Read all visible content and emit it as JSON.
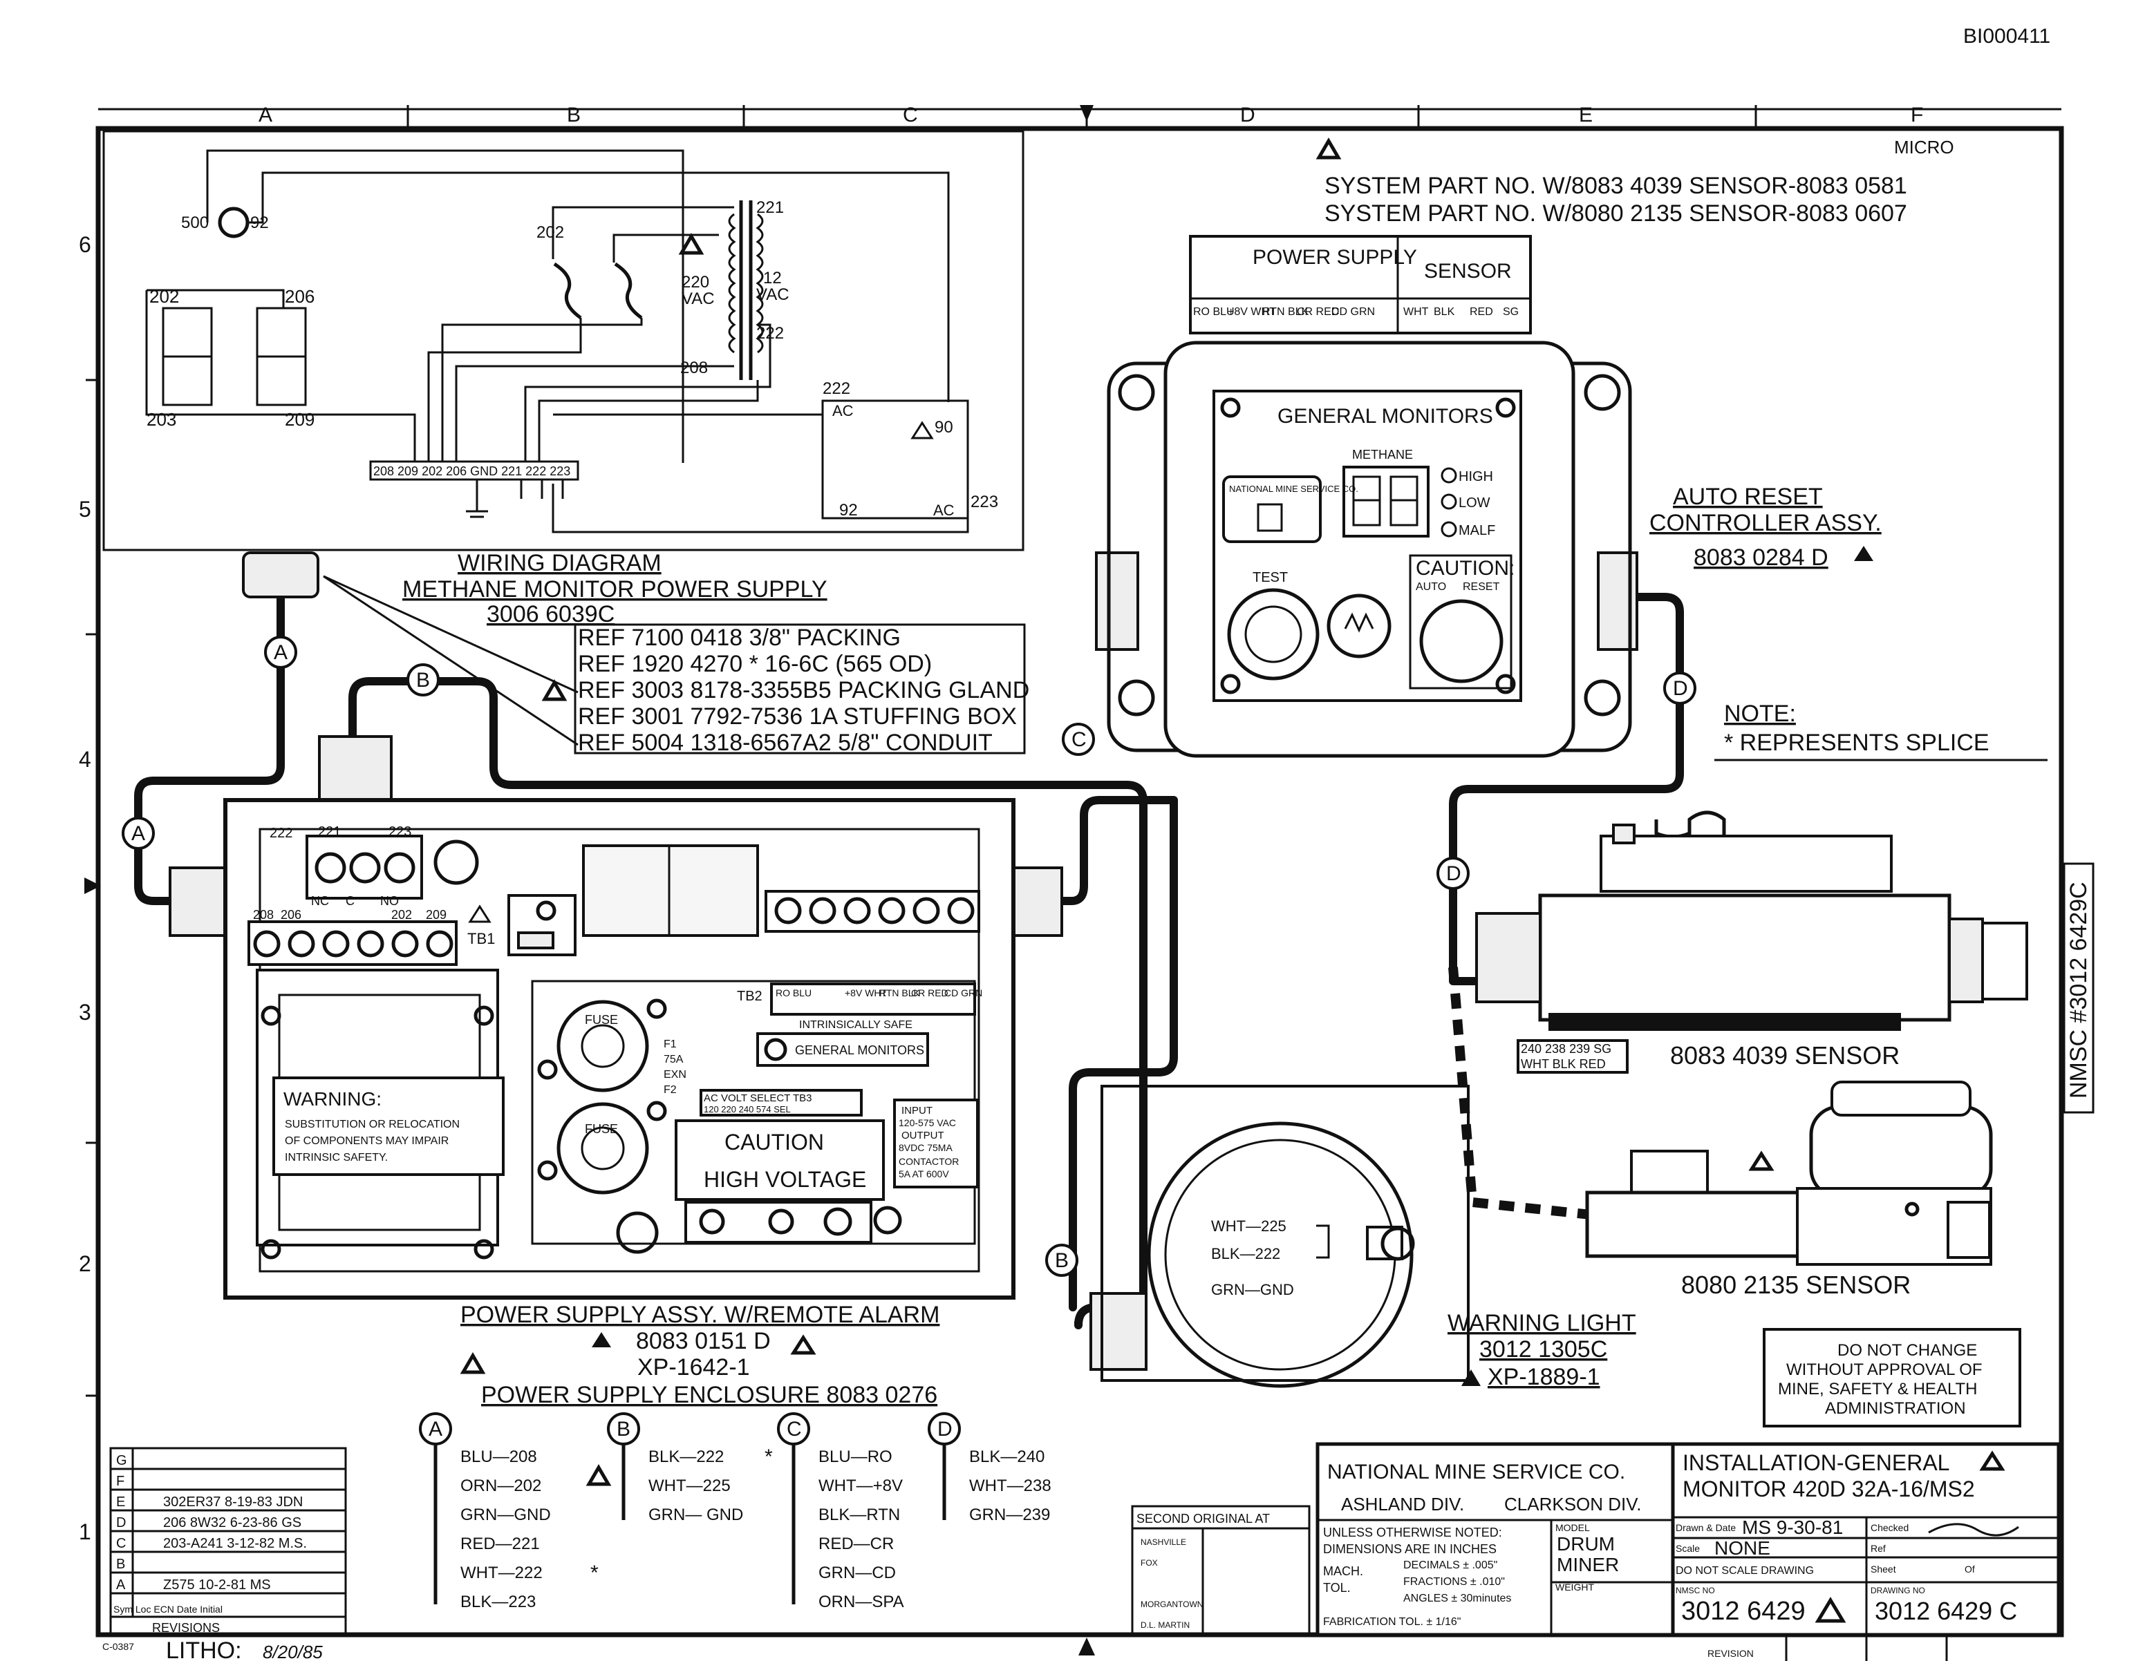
{
  "doc_id": "BI000411",
  "grid": {
    "cols": [
      "A",
      "B",
      "C",
      "D",
      "E",
      "F"
    ],
    "rows": [
      "6",
      "5",
      "4",
      "3",
      "2",
      "1"
    ]
  },
  "system_parts": [
    "SYSTEM  PART  NO.  W/8083 4039  SENSOR-8083 0581",
    "SYSTEM  PART  NO.  W/8080 2135  SENSOR-8083 0607"
  ],
  "micro_mark": "MICRO",
  "wiring_diagram": {
    "t1": "500",
    "t2": "92",
    "l202": "202",
    "l206": "206",
    "l203": "203",
    "l209": "209",
    "l202b": "202",
    "l221": "221",
    "v220": "220",
    "vac1": "VAC",
    "v12": "12",
    "vac2": "VAC",
    "l222": "222",
    "l208": "208",
    "l222b": "222",
    "ac": "AC",
    "l90": "90",
    "l92": "92",
    "ac2": "AC",
    "l223": "223",
    "strip": "208 209 202 206 GND   221 222 223",
    "title": "WIRING DIAGRAM",
    "subtitle": "METHANE MONITOR POWER SUPPLY",
    "number": "3006 6039C"
  },
  "refs": [
    "REF 7100 0418   3/8\" PACKING",
    "REF 1920 4270 * 16-6C (565 OD)",
    "REF 3003 8178-3355B5 PACKING GLAND",
    "REF 3001 7792-7536 1A STUFFING BOX",
    "REF 5004 1318-6567A2 5/8\" CONDUIT"
  ],
  "terminal_table": {
    "power_supply": "POWER SUPPLY",
    "sensor": "SENSOR",
    "cells": [
      "RO BLU",
      "+8V WHT",
      "RTN BLK",
      "CR RED",
      "CD GRN",
      "WHT",
      "BLK",
      "RED",
      "SG"
    ]
  },
  "controller": {
    "brand": "GENERAL MONITORS",
    "methane": "METHANE",
    "high": "HIGH",
    "low": "LOW",
    "malf": "MALF",
    "nms": "NATIONAL MINE SERVICE CO.",
    "test": "TEST",
    "caution": "CAUTION:",
    "auto": "AUTO",
    "reset": "RESET",
    "title1": "AUTO RESET",
    "title2": "CONTROLLER ASSY.",
    "number": "8083 0284 D"
  },
  "note": {
    "label": "NOTE:",
    "text": "* REPRESENTS SPLICE"
  },
  "sensor1": {
    "wires": "240 238 239 SG",
    "colors": "WHT BLK RED",
    "label": "8083 4039  SENSOR"
  },
  "sensor2": {
    "label": "8080 2135  SENSOR"
  },
  "connectors": [
    "A",
    "B",
    "C",
    "D"
  ],
  "power_supply": {
    "tb1": "TB1",
    "tb2": "TB2",
    "t222": "222",
    "t221": "221",
    "t223": "223",
    "nc": "NC",
    "c": "C",
    "no": "NO",
    "t208": "208",
    "t206": "206",
    "t202": "202",
    "t209": "209",
    "fuse1": "FUSE",
    "fuse2": "FUSE",
    "f1": "F1",
    "f1b": "75A",
    "f1c": "EXN",
    "f2": "F2",
    "tb2_cells": [
      "RO BLU",
      "+8V WHT",
      "RTN BLK",
      "CR RED",
      "CD GRN"
    ],
    "intrinsic": "INTRINSICALLY SAFE",
    "gm": "GENERAL MONITORS",
    "ac_volt": "AC VOLT SELECT TB3",
    "ac_volt2": "120 220 240 574 SEL",
    "input": "INPUT",
    "input2": "120-575 VAC",
    "output": "OUTPUT",
    "output2": "8VDC 75MA",
    "contactor": "CONTACTOR",
    "contactor2": "5A AT 600V",
    "warning_title": "WARNING:",
    "warning1": "SUBSTITUTION OR RELOCATION",
    "warning2": "OF COMPONENTS MAY IMPAIR",
    "warning3": "INTRINSIC SAFETY.",
    "caution": "CAUTION",
    "high_voltage": "HIGH  VOLTAGE",
    "title": "POWER SUPPLY ASSY. W/REMOTE ALARM",
    "number": "8083 0151 D",
    "xp": "XP-1642-1",
    "enclosure": "POWER  SUPPLY  ENCLOSURE  8083 0276"
  },
  "warning_light": {
    "wht": "WHT—225",
    "blk": "BLK—222",
    "grn": "GRN—GND",
    "title": "WARNING LIGHT",
    "number": "3012 1305C",
    "xp": "XP-1889-1"
  },
  "do_not_change": [
    "DO  NOT  CHANGE",
    "WITHOUT  APPROVAL  OF",
    "MINE,  SAFETY  &  HEALTH",
    "ADMINISTRATION"
  ],
  "cables": [
    {
      "letter": "A",
      "rows": [
        "BLU—208",
        "ORN—202",
        "GRN—GND",
        "RED—221",
        "WHT—222",
        "BLK—223"
      ]
    },
    {
      "letter": "B",
      "rows": [
        "BLK—222",
        "WHT—225",
        "GRN— GND"
      ]
    },
    {
      "letter": "C",
      "rows": [
        "BLU—RO",
        "WHT—+8V",
        "BLK—RTN",
        "RED—CR",
        "GRN—CD",
        "ORN—SPA"
      ]
    },
    {
      "letter": "D",
      "rows": [
        "BLK—240",
        "WHT—238",
        "GRN—239"
      ]
    }
  ],
  "revisions": {
    "letters": [
      "G",
      "F",
      "E",
      "D",
      "C",
      "B",
      "A"
    ],
    "entries": [
      "",
      "",
      "302ER37  8-19-83  JDN",
      "206  8W32  6-23-86  GS",
      "203-A241  3-12-82  M.S.",
      "",
      "Z575  10-2-81  MS"
    ],
    "footer": "Sym Loc  ECN  Date  Initial",
    "title": "REVISIONS",
    "litho": "LITHO:",
    "litho_sig": "8/20/85",
    "form": "C-0387"
  },
  "second_original": {
    "title": "SECOND  ORIGINAL  AT",
    "rows": [
      "NASHVILLE",
      "FOX",
      "",
      "MORGANTOWN",
      "D.L. MARTIN"
    ]
  },
  "title_block": {
    "company": "NATIONAL MINE SERVICE CO.",
    "division1": "ASHLAND DIV.",
    "division2": "CLARKSON DIV.",
    "tol1": "UNLESS OTHERWISE NOTED:",
    "tol2": "DIMENSIONS ARE IN INCHES",
    "mach": "MACH.",
    "tol": "TOL.",
    "dec": "DECIMALS ± .005\"",
    "frac": "FRACTIONS ± .010\"",
    "ang": "ANGLES ± 30minutes",
    "fab": "FABRICATION TOL. ± 1/16\"",
    "model_label": "MODEL",
    "model1": "DRUM",
    "model2": "MINER",
    "weight": "WEIGHT",
    "title1": "INSTALLATION-GENERAL",
    "title2": "MONITOR 420D  32A-16/MS2",
    "drawn": "Drawn & Date",
    "drawn_val": "MS 9-30-81",
    "checked": "Checked",
    "scale": "Scale",
    "scale_val": "NONE",
    "ref": "Ref",
    "no_scale": "DO NOT SCALE DRAWING",
    "sheet": "Sheet",
    "of": "Of",
    "nmsc_no": "NMSC NO",
    "nmsc_val": "3012 6429",
    "drawing_no": "DRAWING NO",
    "drawing_val": "3012 6429 C",
    "revision": "REVISION",
    "side": "NMSC #3012 6429C"
  }
}
